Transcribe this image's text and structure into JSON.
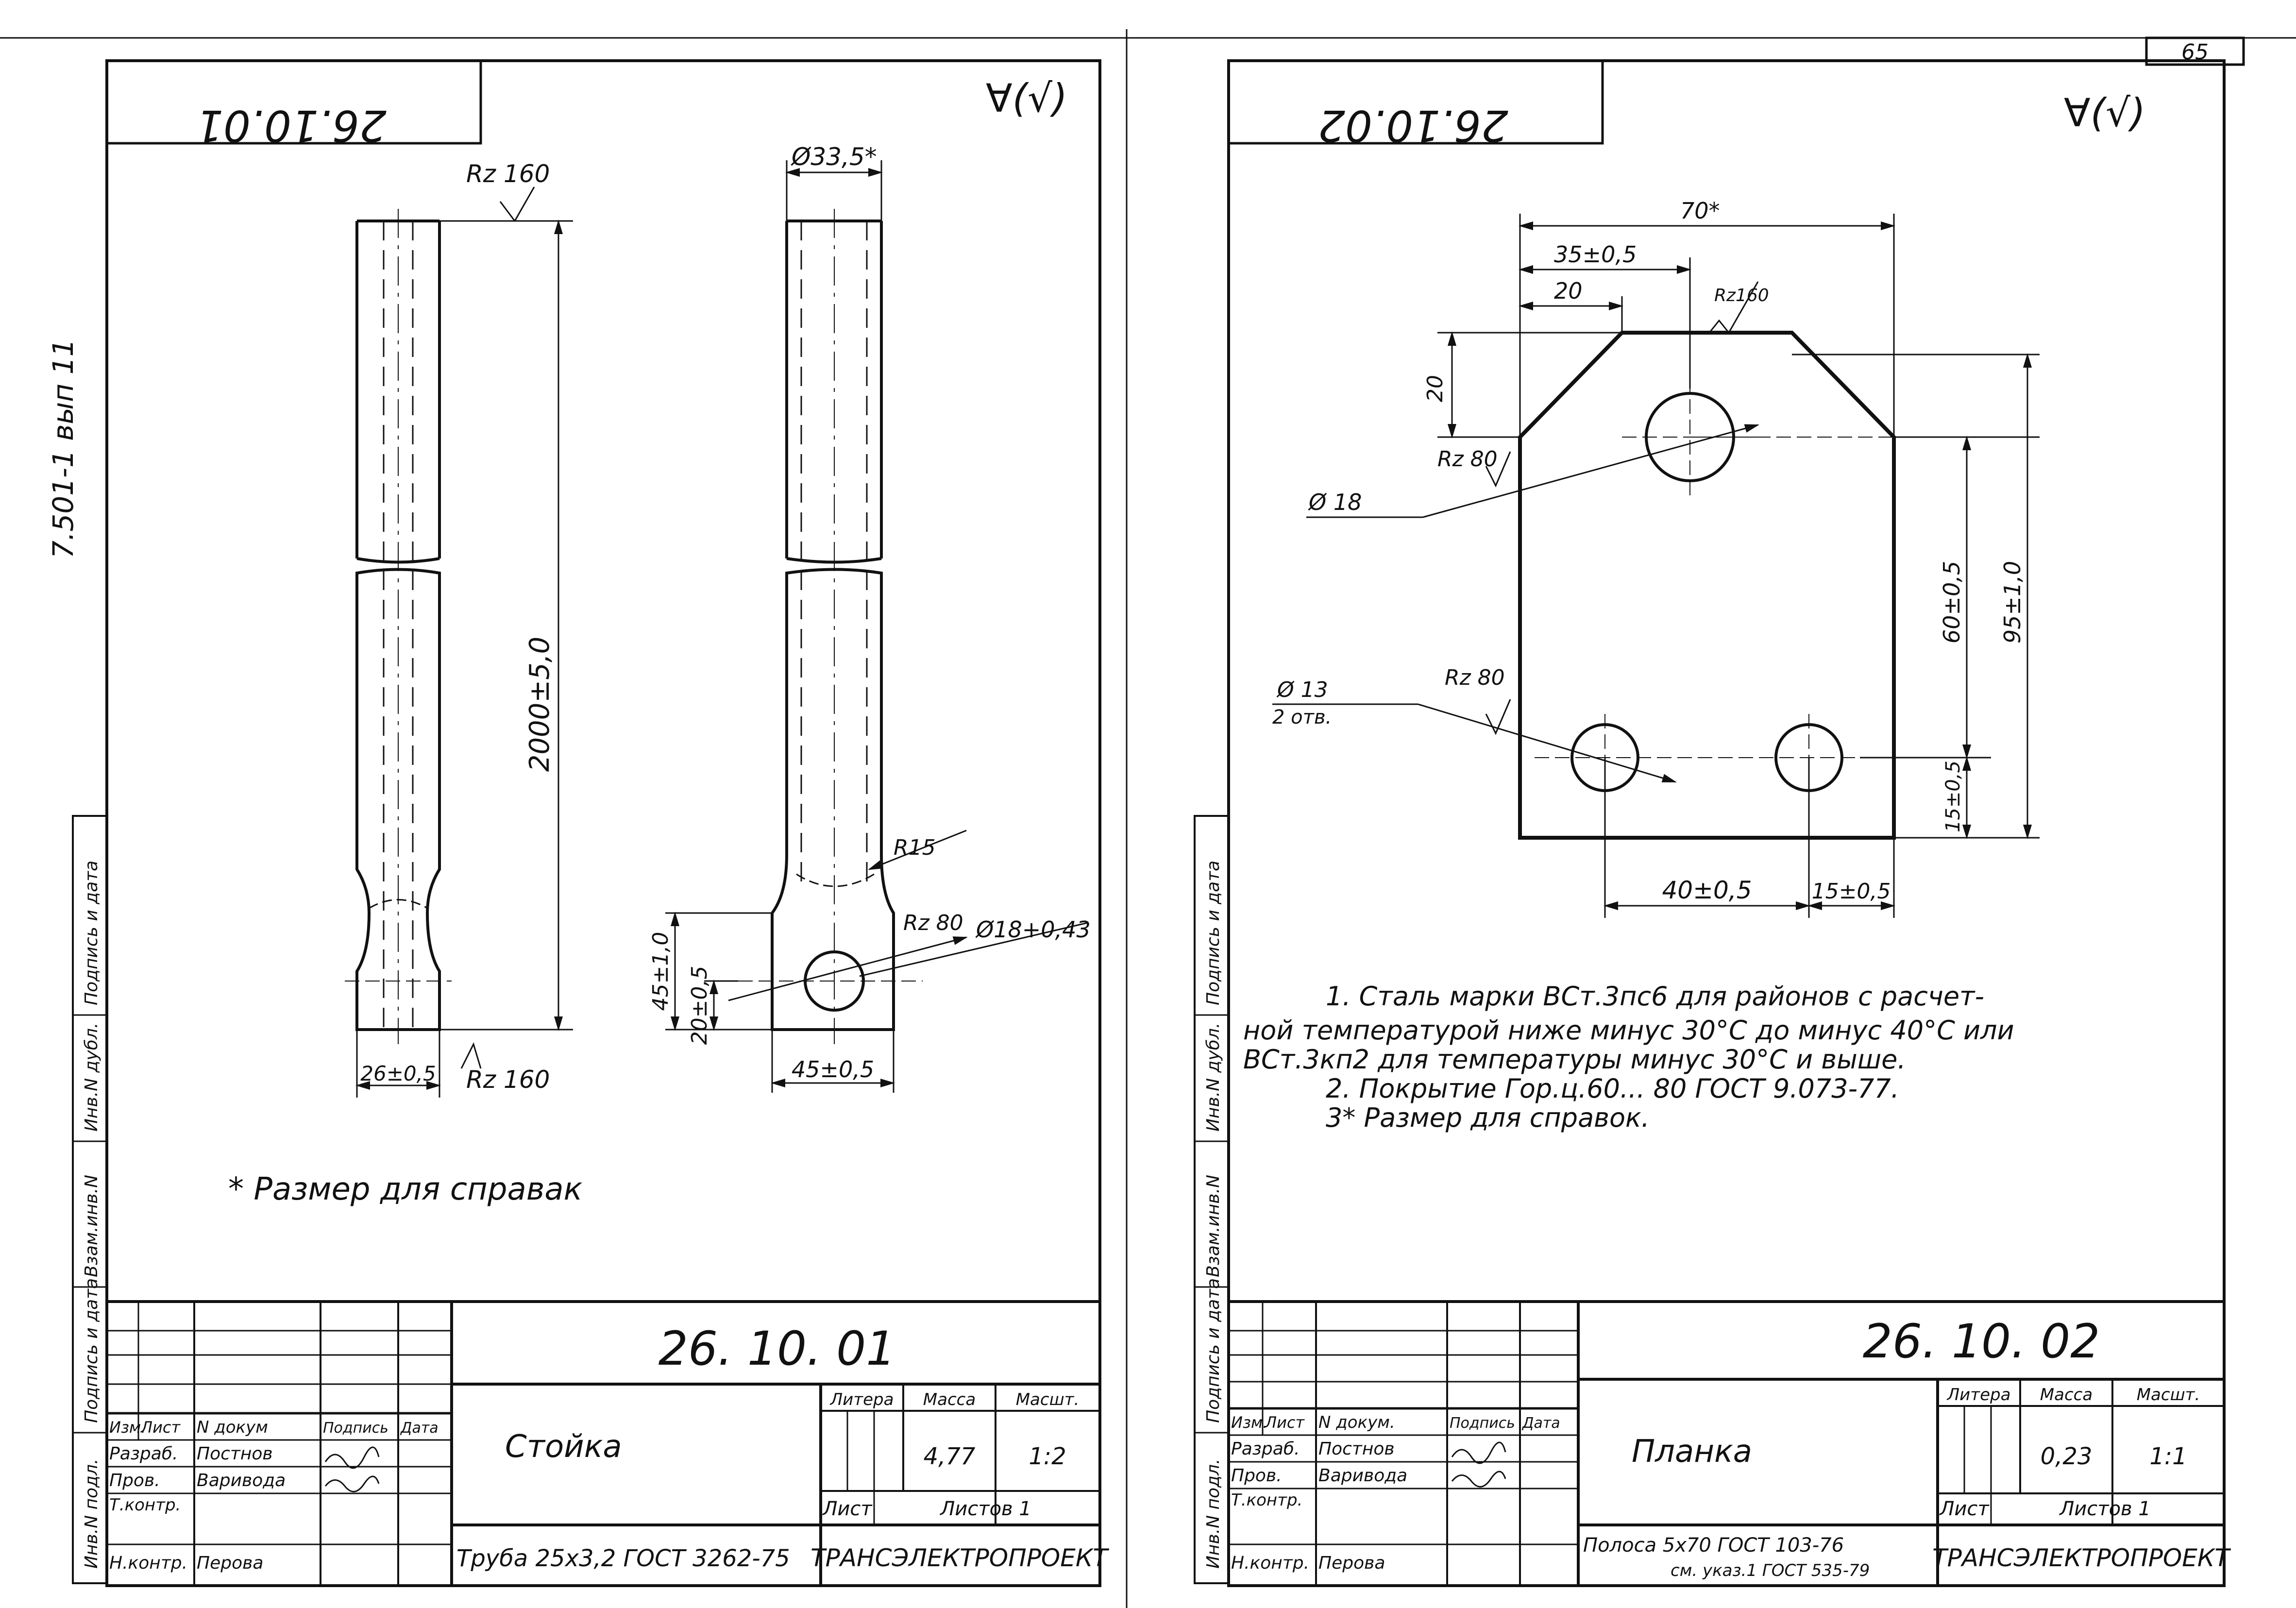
{
  "page_number": "65",
  "left": {
    "code_mirrored": "26.10.01",
    "series_label": "7.501-1 вып 11",
    "roughness_mark": "∀(√)",
    "side_view": {
      "rz_top": "Rz 160",
      "length_dim": "2000±5,0",
      "width_dim": "26±0,5",
      "rz_bottom": "Rz 160"
    },
    "front_view": {
      "diameter_dim": "Ø33,5*",
      "r15": "R15",
      "rz80": "Rz 80",
      "hole_dim": "Ø18+0,43",
      "dim_45_vert": "45±1,0",
      "dim_20": "20±0,5",
      "dim_45_horiz": "45±0,5"
    },
    "note": "* Размер для справак",
    "title_block": {
      "code": "26. 10. 01",
      "name": "Стойка",
      "lit_header": "Литера",
      "mass_header": "Масса",
      "scale_header": "Масшт.",
      "mass": "4,77",
      "scale": "1:2",
      "sheet_label": "Лист",
      "sheets_label": "Листов 1",
      "material": "Труба 25х3,2 ГОСТ 3262-75",
      "org": "ТРАНСЭЛЕКТРОПРОЕКТ",
      "cols": [
        "Изм.",
        "Лист",
        "N докум",
        "Подпись",
        "Дата"
      ],
      "rows": [
        {
          "role": "Разраб.",
          "name": "Постнов"
        },
        {
          "role": "Пров.",
          "name": "Варивода"
        },
        {
          "role": "Т.контр.",
          "name": ""
        },
        {
          "role": "Н.контр.",
          "name": "Перова"
        }
      ]
    }
  },
  "right": {
    "code_mirrored": "26.10.02",
    "roughness_mark": "∀(√)",
    "dims": {
      "d70": "70*",
      "d35": "35±0,5",
      "d20_top": "20",
      "rz160": "Rz160",
      "d20_side": "20",
      "rz80_top": "Rz 80",
      "phi18": "Ø 18",
      "phi13": "Ø 13",
      "holes": "2 отв.",
      "rz80_bottom": "Rz 80",
      "d60": "60±0,5",
      "d95": "95±1,0",
      "d15_vert": "15±0,5",
      "d40": "40±0,5",
      "d15_horiz": "15±0,5"
    },
    "notes": [
      "1. Сталь марки ВСт.3пс6 для районов с расчет-",
      "ной температурой ниже минус 30°С до минус 40°С или",
      "ВСт.3кп2 для температуры минус 30°С и выше.",
      "2. Покрытие Гор.ц.60... 80 ГОСТ 9.073-77.",
      "3* Размер для справок."
    ],
    "title_block": {
      "code": "26. 10. 02",
      "name": "Планка",
      "lit_header": "Литера",
      "mass_header": "Масса",
      "scale_header": "Масшт.",
      "mass": "0,23",
      "scale": "1:1",
      "sheet_label": "Лист",
      "sheets_label": "Листов 1",
      "material_line1": "Полоса 5х70 ГОСТ 103-76",
      "material_line2": "см. указ.1 ГОСТ 535-79",
      "org": "ТРАНСЭЛЕКТРОПРОЕКТ",
      "cols": [
        "Изм.",
        "Лист",
        "N докум.",
        "Подпись",
        "Дата"
      ],
      "rows": [
        {
          "role": "Разраб.",
          "name": "Постнов"
        },
        {
          "role": "Пров.",
          "name": "Варивода"
        },
        {
          "role": "Т.контр.",
          "name": ""
        },
        {
          "role": "Н.контр.",
          "name": "Перова"
        }
      ]
    }
  },
  "side_stamp": [
    "Инв.N подл.",
    "Подпись и дата",
    "Взам.инв.N",
    "Инв.N дубл.",
    "Подпись и дата"
  ]
}
